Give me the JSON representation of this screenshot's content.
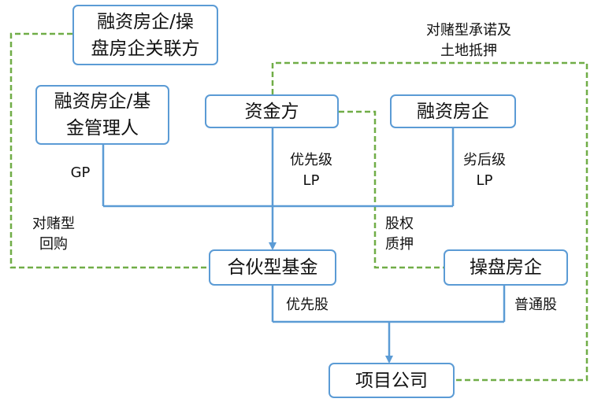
{
  "colors": {
    "box_border": "#5b9bd5",
    "blue_line": "#5b9bd5",
    "green_dash": "#70ad47",
    "text": "#111111"
  },
  "nodes": {
    "related_party": "融资房企/操\n盘房企关联方",
    "financing_fund_manager": "融资房企/基\n金管理人",
    "capital_provider": "资金方",
    "financing_developer": "融资房企",
    "partnership_fund": "合伙型基金",
    "operating_developer": "操盘房企",
    "project_company": "项目公司"
  },
  "labels": {
    "bet_commit_land_pledge": "对赌型承诺及\n土地抵押",
    "gp": "GP",
    "senior_lp": "优先级\nLP",
    "junior_lp": "劣后级\nLP",
    "bet_buyback": "对赌型\n回购",
    "equity_pledge": "股权\n质押",
    "preferred_share": "优先股",
    "common_share": "普通股"
  }
}
